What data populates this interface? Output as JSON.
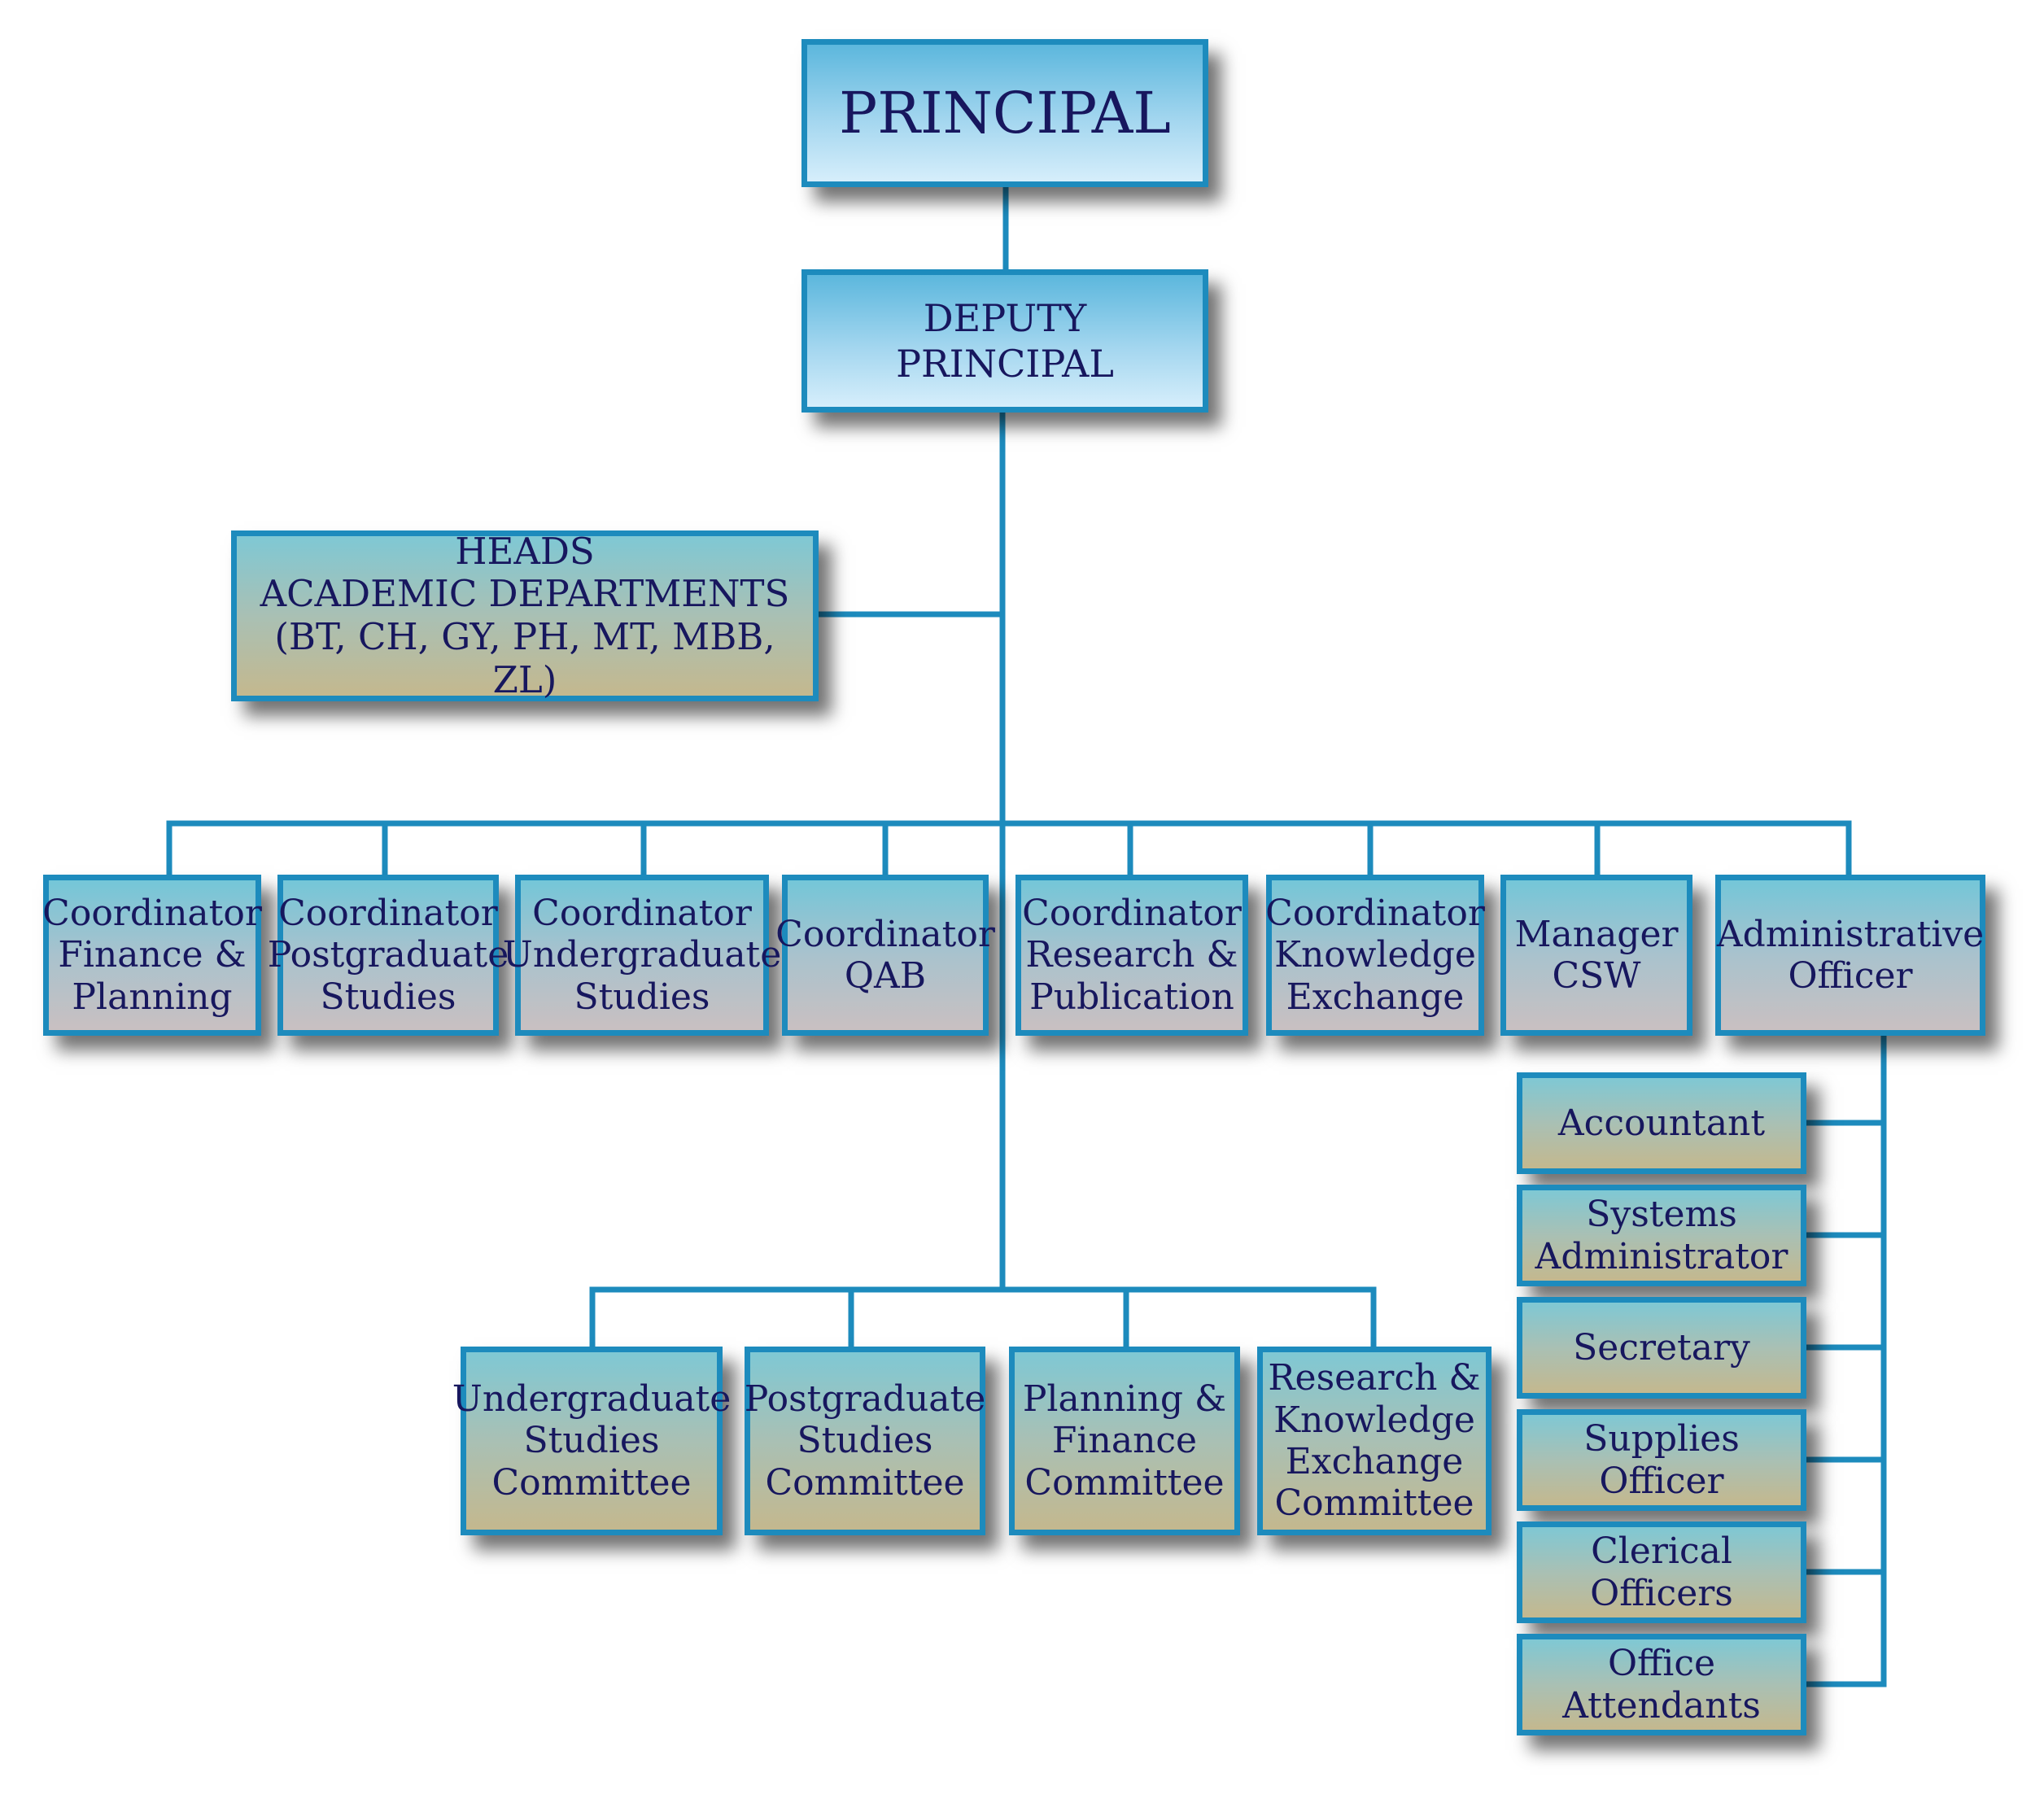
{
  "org_chart": {
    "principal": "PRINCIPAL",
    "deputy_principal": "DEPUTY PRINCIPAL",
    "heads_academic": "HEADS\nACADEMIC DEPARTMENTS\n(BT, CH, GY, PH, MT, MBB, ZL)",
    "coordinators": [
      "Coordinator\nFinance &\nPlanning",
      "Coordinator\nPostgraduate\nStudies",
      "Coordinator\nUndergraduate\nStudies",
      "Coordinator\nQAB",
      "Coordinator\nResearch &\nPublication",
      "Coordinator\nKnowledge\nExchange",
      "Manager\nCSW",
      "Administrative\nOfficer"
    ],
    "committees": [
      "Undergraduate\nStudies\nCommittee",
      "Postgraduate\nStudies\nCommittee",
      "Planning &\nFinance\nCommittee",
      "Research &\nKnowledge\nExchange\nCommittee"
    ],
    "admin_staff": [
      "Accountant",
      "Systems\nAdministrator",
      "Secretary",
      "Supplies\nOfficer",
      "Clerical\nOfficers",
      "Office\nAttendants"
    ]
  },
  "colors": {
    "border": "#1d8bbd",
    "connector": "#1d8bbd",
    "text": "#17175e"
  }
}
